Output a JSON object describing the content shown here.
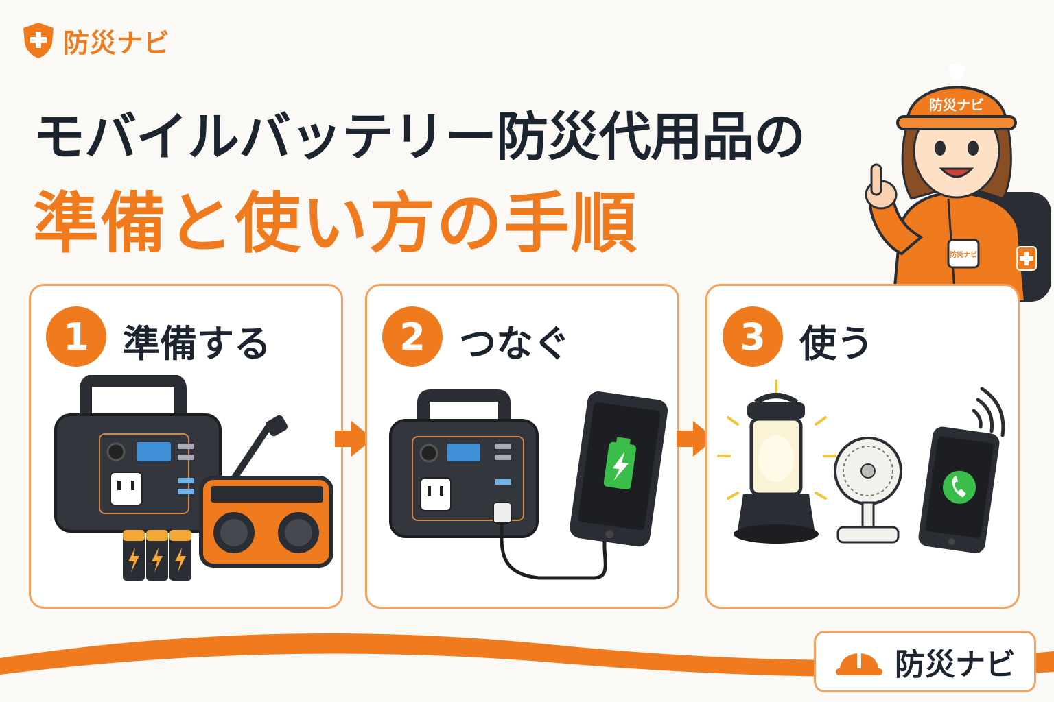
{
  "brand": {
    "name": "防災ナビ",
    "icon": "shield-plus-icon"
  },
  "title": {
    "line1": "モバイルバッテリー防災代用品の",
    "line2": "準備と使い方の手順"
  },
  "mascot": {
    "helmet_text": "防災ナビ",
    "badge_text": "防災ナビ"
  },
  "steps": [
    {
      "number": "1",
      "label": "準備する"
    },
    {
      "number": "2",
      "label": "つなぐ"
    },
    {
      "number": "3",
      "label": "使う"
    }
  ],
  "footer": {
    "name": "防災ナビ",
    "icon": "helmet-icon"
  },
  "colors": {
    "accent": "#f07a1e",
    "text": "#1c2430",
    "card_border": "#f2a160",
    "background": "#faf9f6"
  }
}
